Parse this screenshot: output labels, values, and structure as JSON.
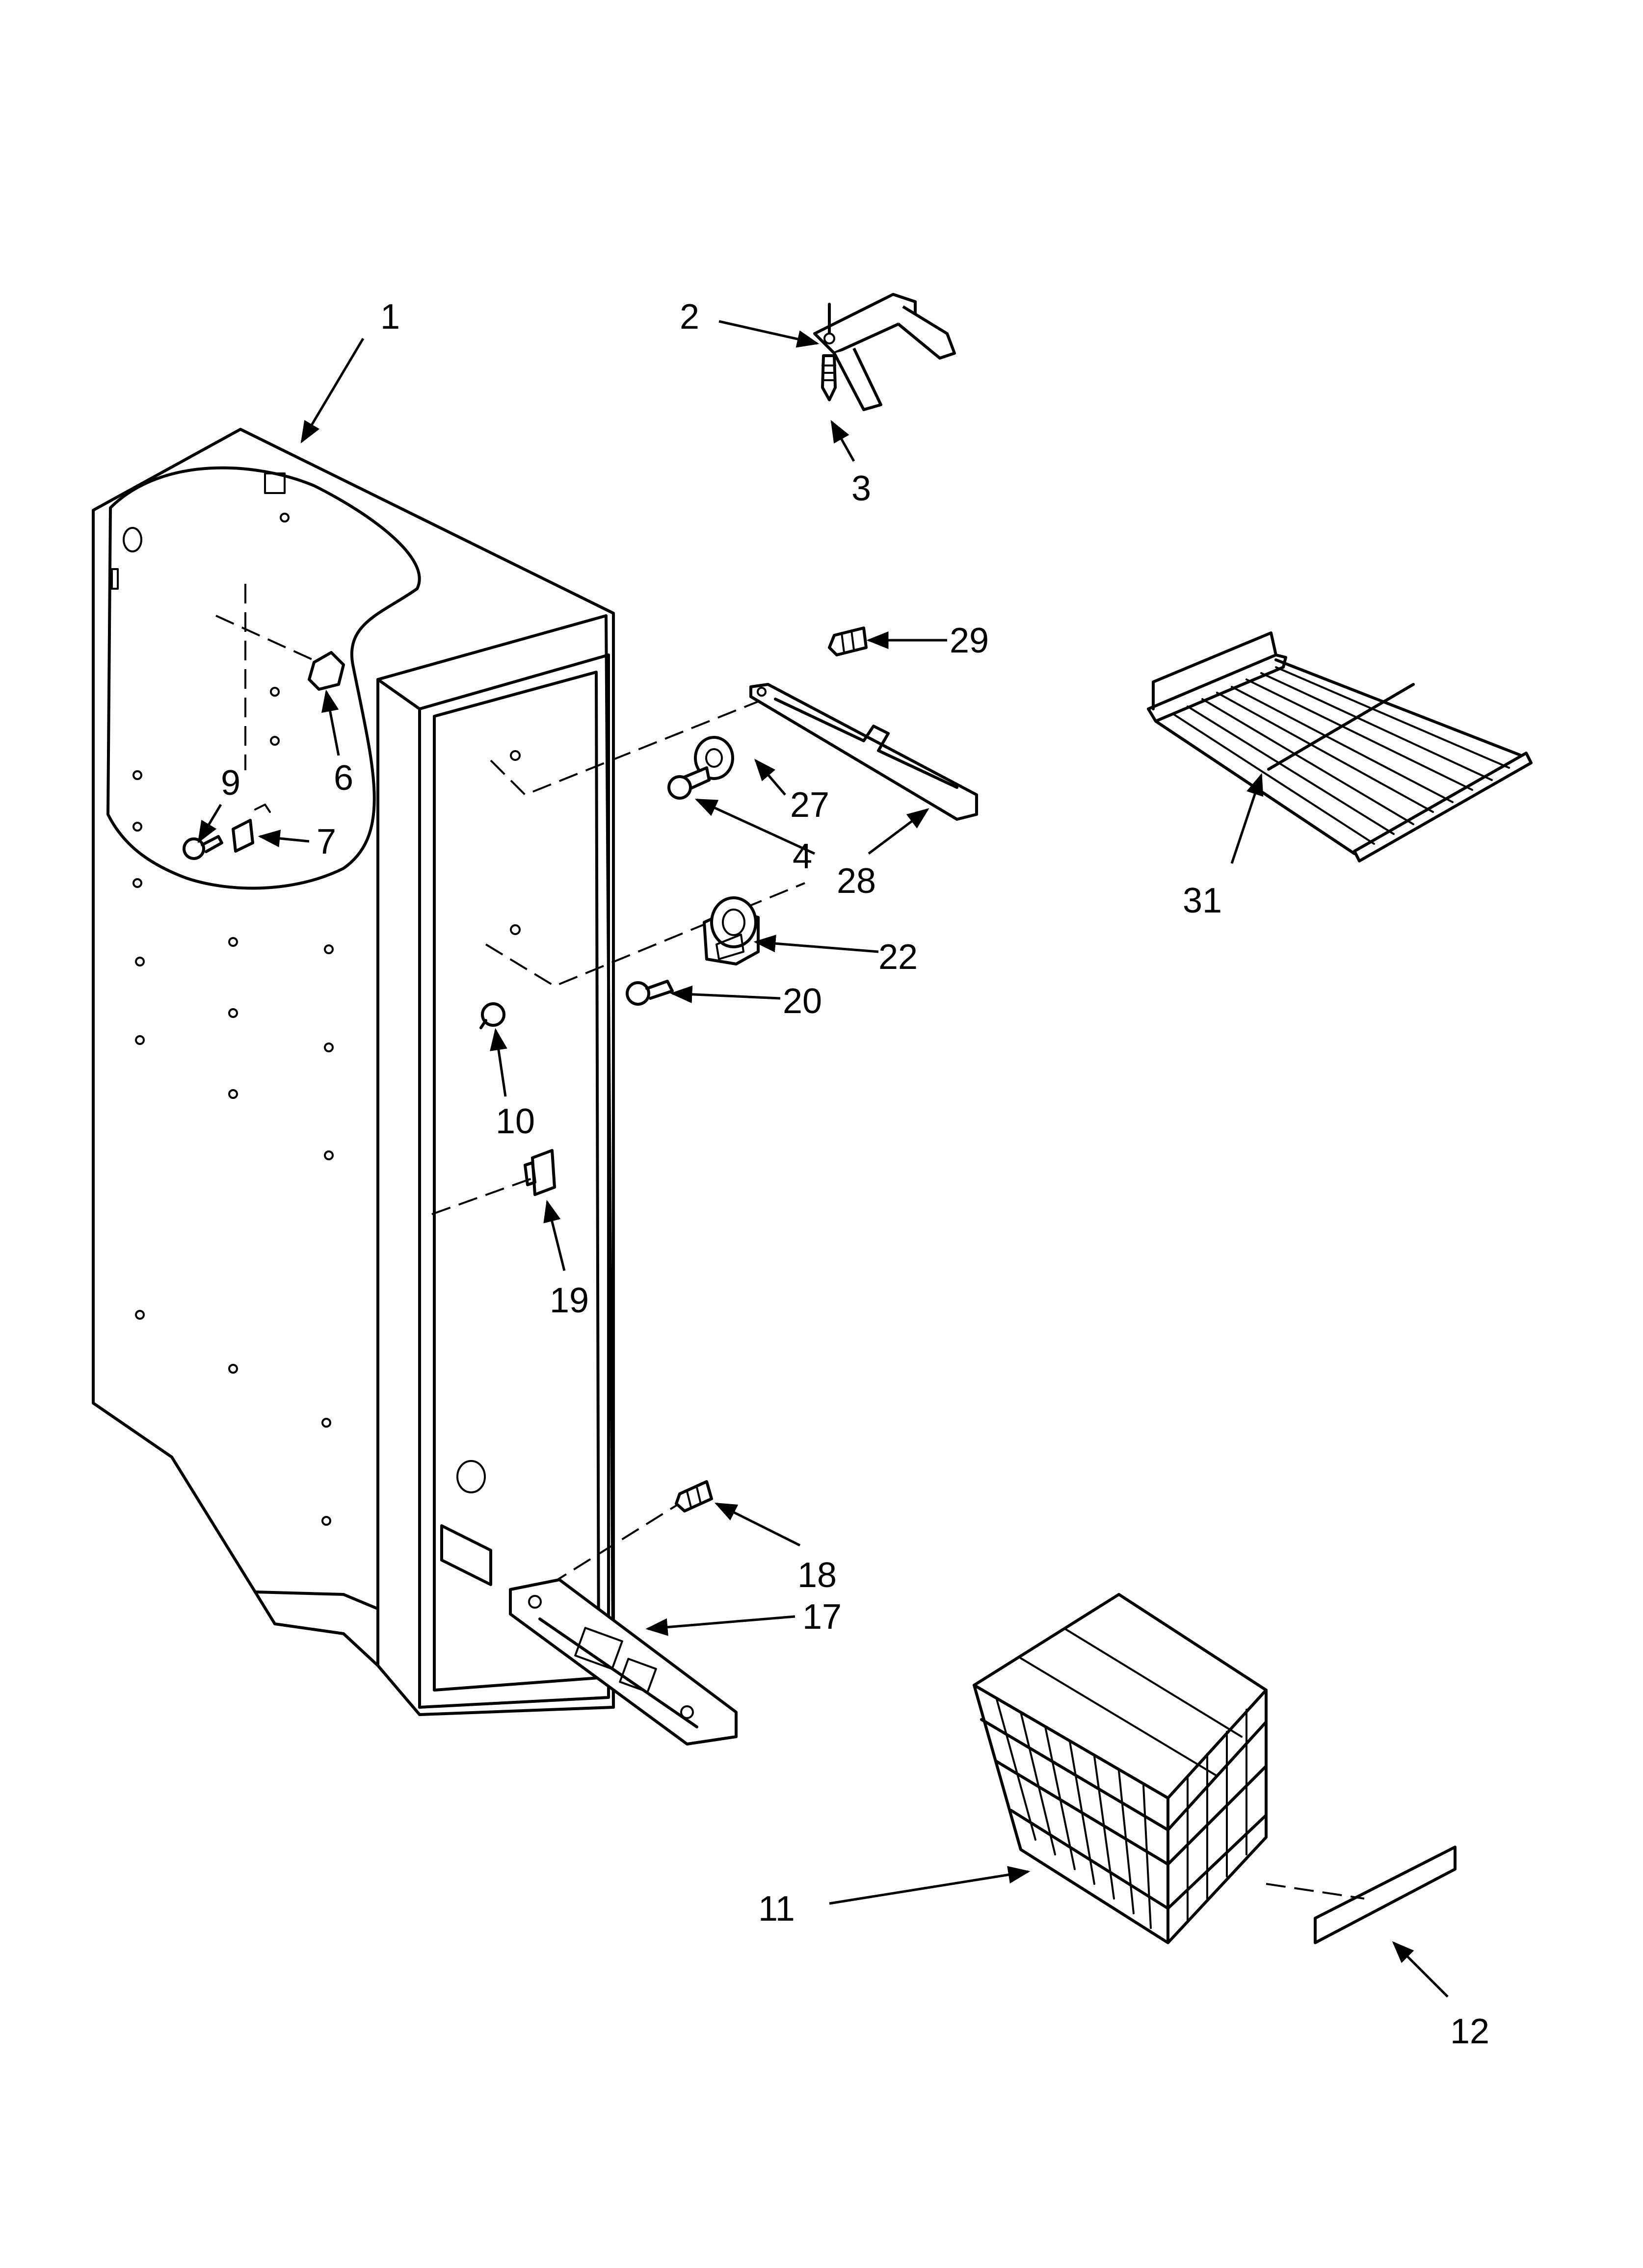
{
  "callouts": [
    {
      "id": "c1",
      "label": "1"
    },
    {
      "id": "c2",
      "label": "2"
    },
    {
      "id": "c3",
      "label": "3"
    },
    {
      "id": "c4",
      "label": "4"
    },
    {
      "id": "c6",
      "label": "6"
    },
    {
      "id": "c7",
      "label": "7"
    },
    {
      "id": "c9",
      "label": "9"
    },
    {
      "id": "c10",
      "label": "10"
    },
    {
      "id": "c11",
      "label": "11"
    },
    {
      "id": "c12",
      "label": "12"
    },
    {
      "id": "c17",
      "label": "17"
    },
    {
      "id": "c18",
      "label": "18"
    },
    {
      "id": "c19",
      "label": "19"
    },
    {
      "id": "c20",
      "label": "20"
    },
    {
      "id": "c22",
      "label": "22"
    },
    {
      "id": "c27",
      "label": "27"
    },
    {
      "id": "c28",
      "label": "28"
    },
    {
      "id": "c29",
      "label": "29"
    },
    {
      "id": "c31",
      "label": "31"
    }
  ]
}
